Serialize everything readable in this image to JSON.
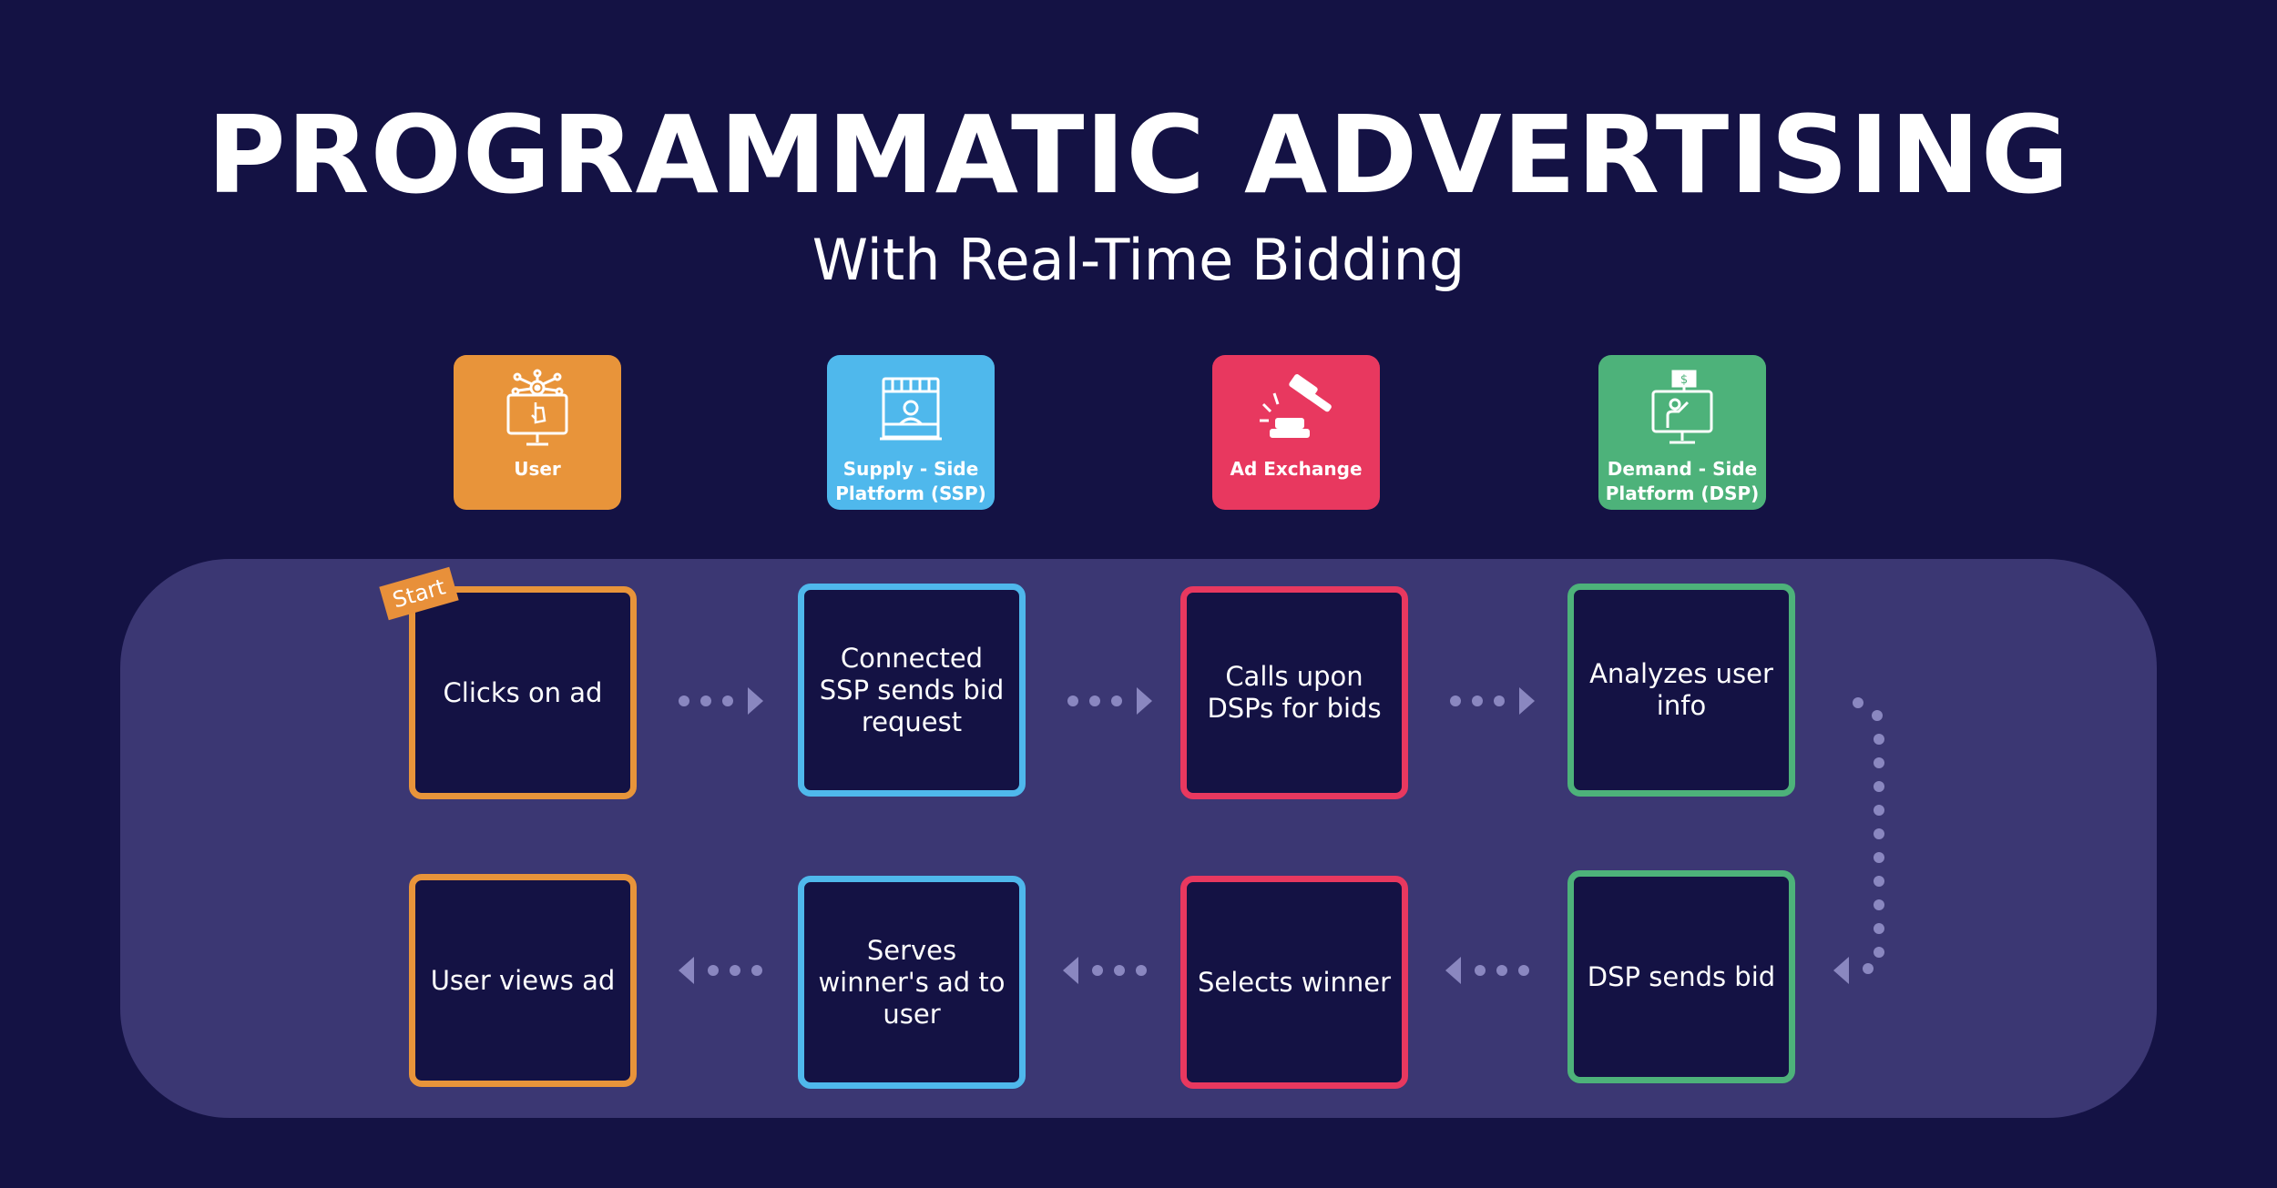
{
  "header": {
    "title": "PROGRAMMATIC ADVERTISING",
    "subtitle": "With Real-Time Bidding"
  },
  "actors": [
    {
      "label": "User",
      "icon": "monitor-network-icon",
      "color": "#e8943a"
    },
    {
      "label": "Supply - Side Platform (SSP)",
      "icon": "store-kiosk-icon",
      "color": "#4fb8ec"
    },
    {
      "label": "Ad Exchange",
      "icon": "gavel-icon",
      "color": "#e8385f"
    },
    {
      "label": "Demand - Side Platform (DSP)",
      "icon": "monitor-presenter-icon",
      "color": "#4db27a"
    }
  ],
  "start_label": "Start",
  "steps_top": [
    {
      "text": "Clicks on ad"
    },
    {
      "text": "Connected SSP sends bid request"
    },
    {
      "text": "Calls upon DSPs for bids"
    },
    {
      "text": "Analyzes user info"
    }
  ],
  "steps_bottom": [
    {
      "text": "User views ad"
    },
    {
      "text": "Serves winner's ad to user"
    },
    {
      "text": "Selects winner"
    },
    {
      "text": "DSP sends bid"
    }
  ],
  "colors": {
    "background": "#141244",
    "panel": "#3b3773",
    "connector": "#8a87c0",
    "orange": "#e8943a",
    "blue": "#4fb8ec",
    "red": "#e8385f",
    "green": "#4db27a"
  }
}
